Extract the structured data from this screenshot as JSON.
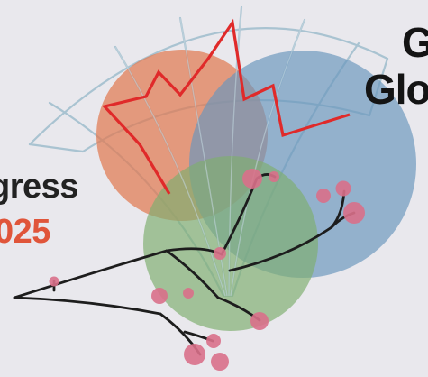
{
  "headline": {
    "line1": "G",
    "line2": "Glo"
  },
  "event": {
    "name": "gress",
    "year": "025"
  },
  "colors": {
    "background": "#e9e8ed",
    "fan_stroke": "#a9c3d1",
    "circle_orange": "#e07a52",
    "circle_blue": "#6a96bd",
    "circle_green": "#7fae70",
    "zigzag_line": "#e02a2a",
    "tree_branches": "#1d1d1d",
    "berries": "#d9708a",
    "year_text": "#e0553a",
    "dark_text": "#141414"
  }
}
